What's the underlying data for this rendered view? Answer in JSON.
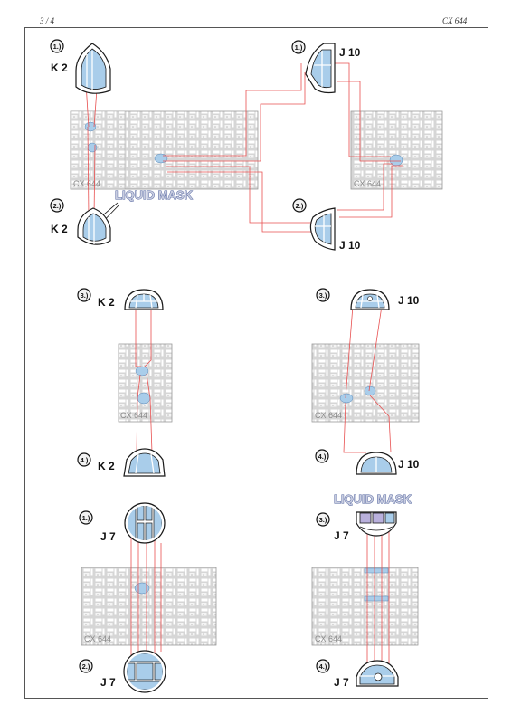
{
  "header": {
    "page": "3 / 4",
    "code": "CX 644"
  },
  "liquid_mask": "LIQUID MASK",
  "fret_code": "CX 644",
  "labels": {
    "k2": "K 2",
    "j10": "J 10",
    "j7": "J 7"
  },
  "steps": {
    "s1": "1.)",
    "s2": "2.)",
    "s3": "3.)",
    "s4": "4.)"
  },
  "colors": {
    "mask_fill": "#a9cdea",
    "liquid_fill": "#b9b0dc",
    "lead_line": "#e85050",
    "fret": "#d4d4d4",
    "outline": "#1a1a1a"
  }
}
